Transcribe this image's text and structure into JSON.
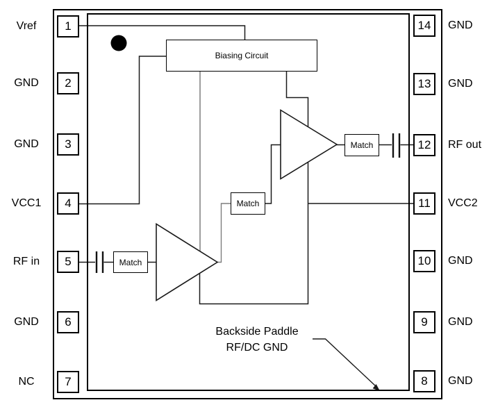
{
  "diagram_kind": "ic-pinout-block-diagram",
  "colors": {
    "line": "#1a1a1a",
    "gray_line": "#7d7d7d",
    "background": "#ffffff",
    "text": "#000000"
  },
  "blocks": {
    "biasing": "Biasing Circuit",
    "match": "Match"
  },
  "paddle_note": {
    "line1": "Backside Paddle",
    "line2": "RF/DC GND"
  },
  "pins_left": [
    {
      "number": "1",
      "label": "Vref"
    },
    {
      "number": "2",
      "label": "GND"
    },
    {
      "number": "3",
      "label": "GND"
    },
    {
      "number": "4",
      "label": "VCC1"
    },
    {
      "number": "5",
      "label": "RF in"
    },
    {
      "number": "6",
      "label": "GND"
    },
    {
      "number": "7",
      "label": "NC"
    }
  ],
  "pins_right": [
    {
      "number": "14",
      "label": "GND"
    },
    {
      "number": "13",
      "label": "GND"
    },
    {
      "number": "12",
      "label": "RF out"
    },
    {
      "number": "11",
      "label": "VCC2"
    },
    {
      "number": "10",
      "label": "GND"
    },
    {
      "number": "9",
      "label": "GND"
    },
    {
      "number": "8",
      "label": "GND"
    }
  ],
  "icons": {
    "pin1_indicator": "pin-1-indicator-dot",
    "amplifier": "amplifier-triangle",
    "capacitor": "capacitor-symbol",
    "leader": "leader-arrow"
  }
}
